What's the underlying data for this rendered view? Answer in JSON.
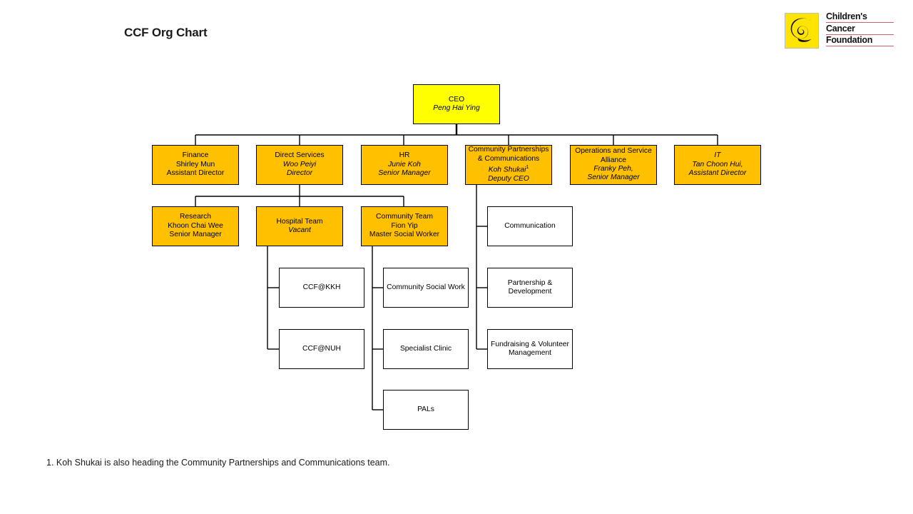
{
  "document": {
    "title": "CCF Org Chart",
    "footnote": "1. Koh Shukai is also heading the Community Partnerships and Communications team."
  },
  "logo": {
    "mark_icon": "spiral-swirl-icon",
    "mark_bg": "#ffe400",
    "line1": "Children's",
    "line2": "Cancer",
    "line3": "Foundation",
    "underline_color": "#d4606a"
  },
  "colors": {
    "ceo_fill": "#ffff00",
    "dept_fill": "#ffc000",
    "plain_fill": "#ffffff",
    "border": "#000000"
  },
  "chart_data": {
    "type": "diagram",
    "title": "CCF Org Chart",
    "nodes": [
      {
        "id": "ceo",
        "lines": [
          {
            "t": "CEO",
            "i": false
          },
          {
            "t": "Peng Hai Ying",
            "i": true
          }
        ]
      },
      {
        "id": "finance",
        "lines": [
          {
            "t": "Finance",
            "i": false
          },
          {
            "t": "Shirley Mun",
            "i": false
          },
          {
            "t": "Assistant Director",
            "i": false
          }
        ]
      },
      {
        "id": "direct",
        "lines": [
          {
            "t": "Direct Services",
            "i": false
          },
          {
            "t": "Woo Peiyi",
            "i": true
          },
          {
            "t": "Director",
            "i": true
          }
        ]
      },
      {
        "id": "hr",
        "lines": [
          {
            "t": "HR",
            "i": false
          },
          {
            "t": "Junie Koh",
            "i": true
          },
          {
            "t": "Senior Manager",
            "i": true
          }
        ]
      },
      {
        "id": "cpc",
        "lines": [
          {
            "t": "Community Partnerships",
            "i": false
          },
          {
            "t": "& Communications",
            "i": false
          },
          {
            "t": "Koh Shukai",
            "i": true,
            "sup": "1"
          },
          {
            "t": "Deputy CEO",
            "i": true
          }
        ]
      },
      {
        "id": "osa",
        "lines": [
          {
            "t": "Operations and Service",
            "i": false
          },
          {
            "t": "Alliance",
            "i": false
          },
          {
            "t": "Franky Peh,",
            "i": true
          },
          {
            "t": "Senior Manager",
            "i": true
          }
        ]
      },
      {
        "id": "it",
        "lines": [
          {
            "t": "IT",
            "i": true
          },
          {
            "t": "Tan Choon Hui,",
            "i": true
          },
          {
            "t": "Assistant Director",
            "i": true
          }
        ]
      },
      {
        "id": "research",
        "lines": [
          {
            "t": "Research",
            "i": false
          },
          {
            "t": "Khoon Chai Wee",
            "i": false
          },
          {
            "t": "Senior Manager",
            "i": false
          }
        ]
      },
      {
        "id": "hospital",
        "lines": [
          {
            "t": "Hospital Team",
            "i": false
          },
          {
            "t": "Vacant",
            "i": true
          }
        ]
      },
      {
        "id": "community",
        "lines": [
          {
            "t": "Community Team",
            "i": false
          },
          {
            "t": "Fion Yip",
            "i": false
          },
          {
            "t": "Master Social Worker",
            "i": false
          }
        ]
      },
      {
        "id": "kkh",
        "lines": [
          {
            "t": "CCF@KKH",
            "i": false
          }
        ]
      },
      {
        "id": "nuh",
        "lines": [
          {
            "t": "CCF@NUH",
            "i": false
          }
        ]
      },
      {
        "id": "csw",
        "lines": [
          {
            "t": "Community Social Work",
            "i": false
          }
        ]
      },
      {
        "id": "clinic",
        "lines": [
          {
            "t": "Specialist Clinic",
            "i": false
          }
        ]
      },
      {
        "id": "pals",
        "lines": [
          {
            "t": "PALs",
            "i": false
          }
        ]
      },
      {
        "id": "comms",
        "lines": [
          {
            "t": "Communication",
            "i": false
          }
        ]
      },
      {
        "id": "partner",
        "lines": [
          {
            "t": "Partnership &",
            "i": false
          },
          {
            "t": "Development",
            "i": false
          }
        ]
      },
      {
        "id": "fvm",
        "lines": [
          {
            "t": "Fundraising & Volunteer",
            "i": false
          },
          {
            "t": "Management",
            "i": false
          }
        ]
      }
    ],
    "edges": [
      {
        "from": "ceo",
        "to": "finance"
      },
      {
        "from": "ceo",
        "to": "direct"
      },
      {
        "from": "ceo",
        "to": "hr"
      },
      {
        "from": "ceo",
        "to": "cpc"
      },
      {
        "from": "ceo",
        "to": "osa"
      },
      {
        "from": "ceo",
        "to": "it"
      },
      {
        "from": "direct",
        "to": "research"
      },
      {
        "from": "direct",
        "to": "hospital"
      },
      {
        "from": "direct",
        "to": "community"
      },
      {
        "from": "hospital",
        "to": "kkh"
      },
      {
        "from": "hospital",
        "to": "nuh"
      },
      {
        "from": "community",
        "to": "csw"
      },
      {
        "from": "community",
        "to": "clinic"
      },
      {
        "from": "community",
        "to": "pals"
      },
      {
        "from": "cpc",
        "to": "comms"
      },
      {
        "from": "cpc",
        "to": "partner"
      },
      {
        "from": "cpc",
        "to": "fvm"
      }
    ]
  }
}
